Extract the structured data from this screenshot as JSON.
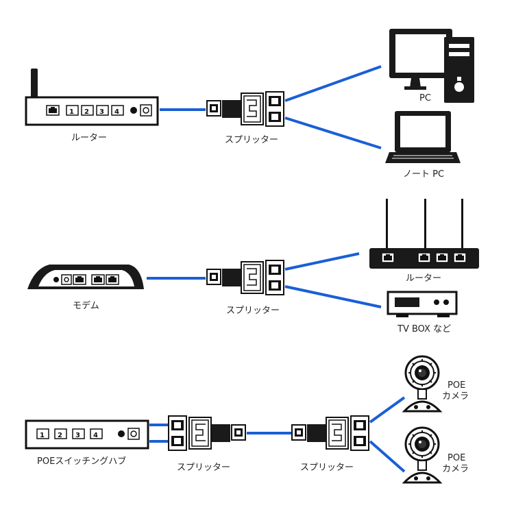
{
  "sections": {
    "top": {
      "router_label": "ルーター",
      "router_port_numbers": [
        "1",
        "2",
        "3",
        "4"
      ],
      "splitter_label": "スプリッター",
      "pc_label": "PC",
      "laptop_label": "ノート PC"
    },
    "middle": {
      "modem_label": "モデム",
      "splitter_label": "スプリッター",
      "router_label": "ルーター",
      "tvbox_label": "TV BOX など"
    },
    "bottom": {
      "hub_label": "POEスイッチングハブ",
      "hub_port_numbers": [
        "1",
        "2",
        "3",
        "4"
      ],
      "splitter_left_label": "スプリッター",
      "splitter_right_label": "スプリッター",
      "camera1_label_line1": "POE",
      "camera1_label_line2": "カメラ",
      "camera2_label_line1": "POE",
      "camera2_label_line2": "カメラ"
    }
  },
  "colors": {
    "cable": "#1a5fd6",
    "device_outline": "#111111",
    "device_fill": "#ffffff",
    "device_dark": "#1a1a1a"
  }
}
